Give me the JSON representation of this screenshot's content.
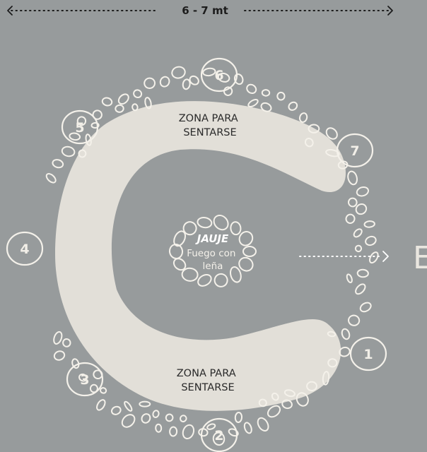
{
  "dimension": {
    "label": "6 - 7 mt"
  },
  "zones": {
    "top": "ZONA PARA\nSENTARSE",
    "bottom": "ZONA PARA\nSENTARSE"
  },
  "fire": {
    "title": "JAUJE",
    "subtitle": "Fuego con\nleña"
  },
  "positions": [
    "1",
    "2",
    "3",
    "4",
    "5",
    "6",
    "7"
  ],
  "edge_letter": "E",
  "colors": {
    "background": "#979b9c",
    "seating": "#e2dfd8",
    "outline": "#f4f1ea"
  }
}
